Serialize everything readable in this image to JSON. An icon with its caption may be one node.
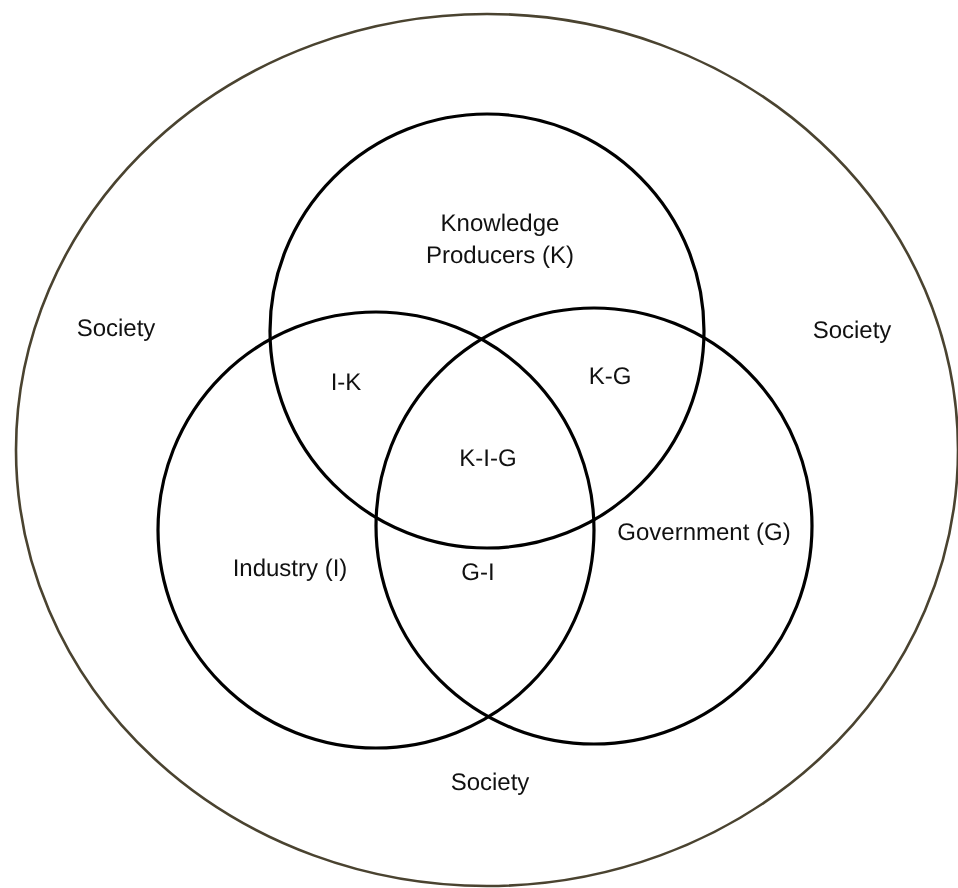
{
  "diagram": {
    "nodes": [
      {
        "text": [
          "Society",
          "Society",
          "Society"
        ]
      },
      {
        "text": [
          "Knowledge Producers (K)"
        ],
        "in": 0
      },
      {
        "text": [
          "Industry (I)"
        ],
        "in": 0
      },
      {
        "text": [
          "Government (G)"
        ],
        "in": 0
      }
    ],
    "labels": [
      "I-K",
      "K-G",
      "K-I-G",
      "G-I"
    ]
  }
}
